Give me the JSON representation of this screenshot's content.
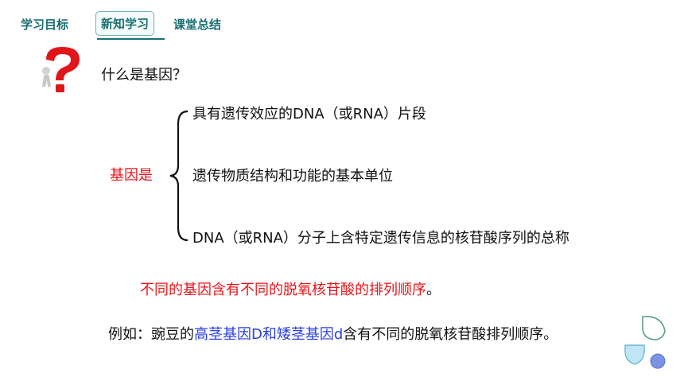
{
  "nav": {
    "items": [
      "学习目标",
      "新知学习",
      "课堂总结"
    ],
    "active_index": 1
  },
  "question": "什么是基因？",
  "gene_label": "基因是",
  "definitions": [
    "具有遗传效应的DNA（或RNA）片段",
    "遗传物质结构和功能的基本单位",
    "DNA（或RNA）分子上含特定遗传信息的核苷酸序列的总称"
  ],
  "note": {
    "text": "不同的基因含有不同的脱氧核苷酸的排列顺序",
    "end": "。"
  },
  "example": {
    "prefix": "例如：豌豆的",
    "highlight": "高茎基因D和矮茎基因d",
    "suffix": "含有不同的脱氧核苷酸排列顺序。"
  },
  "colors": {
    "nav": "#1a6f72",
    "red": "#e8161b",
    "blue": "#2b3fe0",
    "question_mark": "#e0161b"
  },
  "icons": {
    "question": "question-mark-figure-icon",
    "decoration": "droplet-decoration"
  }
}
